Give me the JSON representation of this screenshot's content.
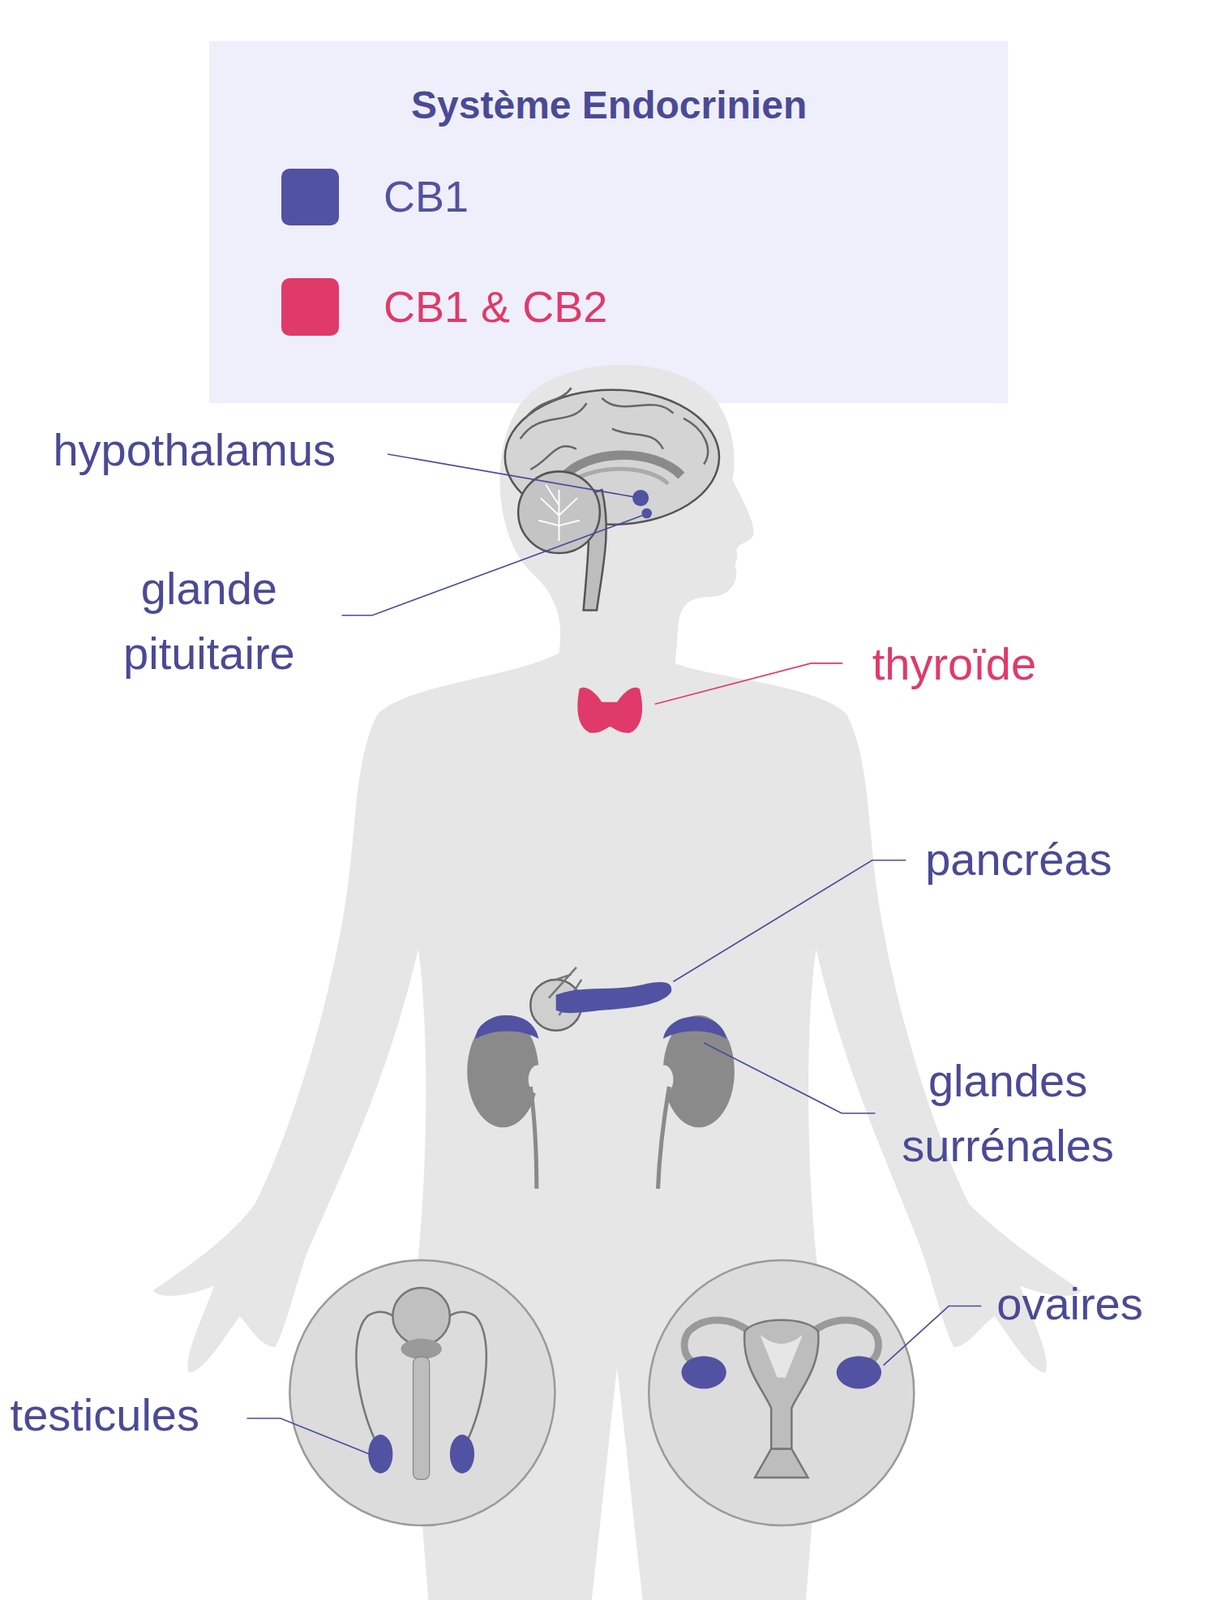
{
  "diagram": {
    "title": "Système Endocrinien",
    "labels": [
      "hypothalamus",
      "glande pituitaire",
      "thyroïde",
      "pancréas",
      "glandes surrénales",
      "ovaires",
      "testicules"
    ],
    "legend": [
      {
        "text": "CB1",
        "color": "#5252a2"
      },
      {
        "text": "CB1 & CB2",
        "color": "#e03a6a"
      }
    ]
  }
}
